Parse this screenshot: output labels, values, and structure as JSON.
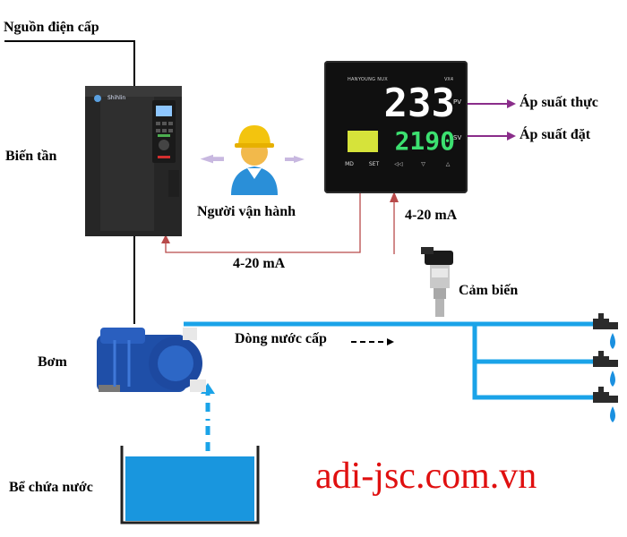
{
  "labels": {
    "power_supply": "Nguồn điện cấp",
    "vfd": "Biến tần",
    "operator": "Người vận hành",
    "signal_top": "4-20 mA",
    "signal_bottom": "4-20 mA",
    "sensor": "Cảm biến",
    "flow": "Dòng nước cấp",
    "pump": "Bơm",
    "tank": "Bể chứa nước",
    "actual_pressure": "Áp suất thực",
    "set_pressure": "Áp suất đặt"
  },
  "controller": {
    "brand": "HANYOUNG NUX",
    "model": "VX4",
    "pv_value": "233",
    "sv_value": "2190",
    "pv_tag": "PV",
    "sv_tag": "SV",
    "keys": [
      "MD",
      "SET",
      "◁◁",
      "▽",
      "△"
    ]
  },
  "vfd_device": {
    "brand": "Shihlin"
  },
  "website": "adi-jsc.com.vn",
  "colors": {
    "water_pipe": "#1aa3e8",
    "signal_wire": "#b84a4a",
    "output_arrow": "#8a2d8a",
    "operator_arrow": "#c8b8e0",
    "website": "#e01010",
    "tank_water": "#1996de"
  },
  "icons": [
    "worker-icon",
    "faucet-icon",
    "water-drop-icon"
  ]
}
